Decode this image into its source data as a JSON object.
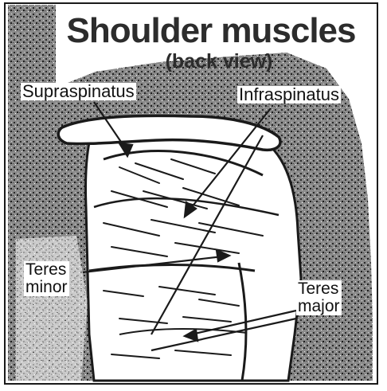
{
  "diagram": {
    "title": "Shoulder muscles",
    "subtitle": "(back view)",
    "labels": {
      "supraspinatus": "Supraspinatus",
      "infraspinatus": "Infraspinatus",
      "teres_minor_line1": "Teres",
      "teres_minor_line2": "minor",
      "teres_major_line1": "Teres",
      "teres_major_line2": "major"
    },
    "colors": {
      "ink": "#1a1a1a",
      "background": "#ffffff",
      "stipple": "#3a3a3a"
    }
  }
}
